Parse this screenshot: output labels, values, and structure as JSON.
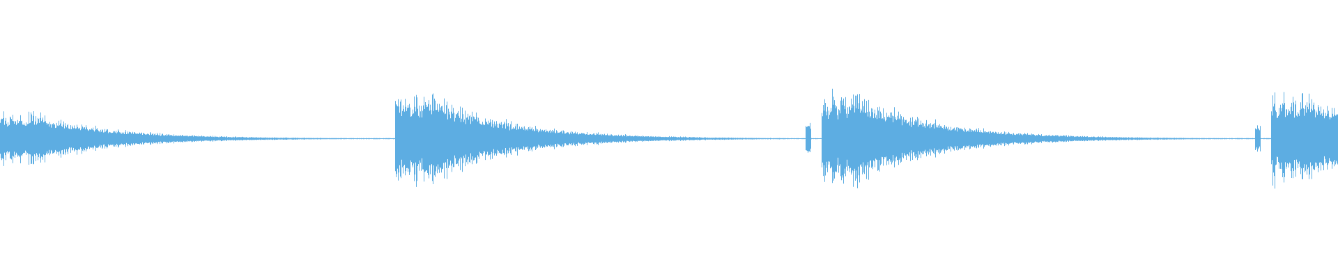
{
  "waveform": {
    "color": "#5dade2",
    "background": "#ffffff",
    "bursts": [
      {
        "onset": 0.0,
        "peak": 0.55,
        "pre_peak": 0.0
      },
      {
        "onset": 0.295,
        "peak": 1.0,
        "pre_peak": 0.0
      },
      {
        "onset": 0.614,
        "peak": 1.0,
        "pre_peak": 0.35
      },
      {
        "onset": 0.95,
        "peak": 0.95,
        "pre_peak": 0.3
      }
    ],
    "noise_floor": 0.012,
    "decay": 0.06
  }
}
